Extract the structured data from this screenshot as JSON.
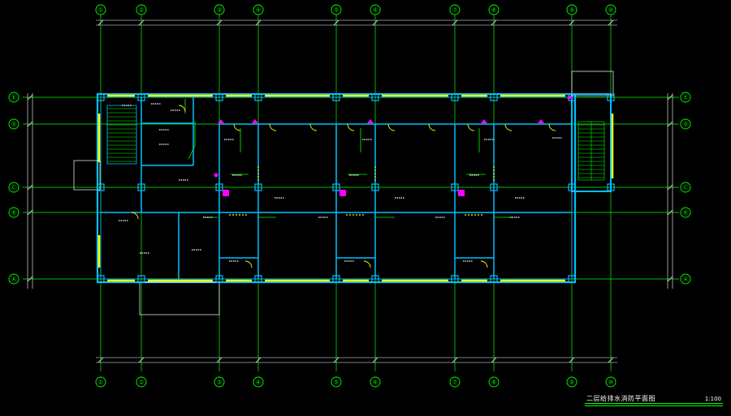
{
  "drawing": {
    "title": "二层给排水消防平面图",
    "scale": "1:100"
  },
  "grid_axes": {
    "vertical": [
      "①",
      "②",
      "③",
      "④",
      "⑤",
      "⑥",
      "⑦",
      "⑧",
      "⑨",
      "⑩"
    ],
    "horizontal": [
      "Ⓔ",
      "Ⓓ",
      "Ⓒ",
      "Ⓑ",
      "Ⓐ"
    ],
    "horizontal_right": [
      "Ⓔ",
      "Ⓓ",
      "Ⓒ",
      "Ⓑ",
      "Ⓐ"
    ]
  },
  "colors": {
    "background": "#000000",
    "grid": "#00ff00",
    "wall": "#00bfff",
    "window": "#ffff00",
    "hydrant": "#ff00ff",
    "dimension": "#ffffff",
    "outline": "#ffffff"
  }
}
